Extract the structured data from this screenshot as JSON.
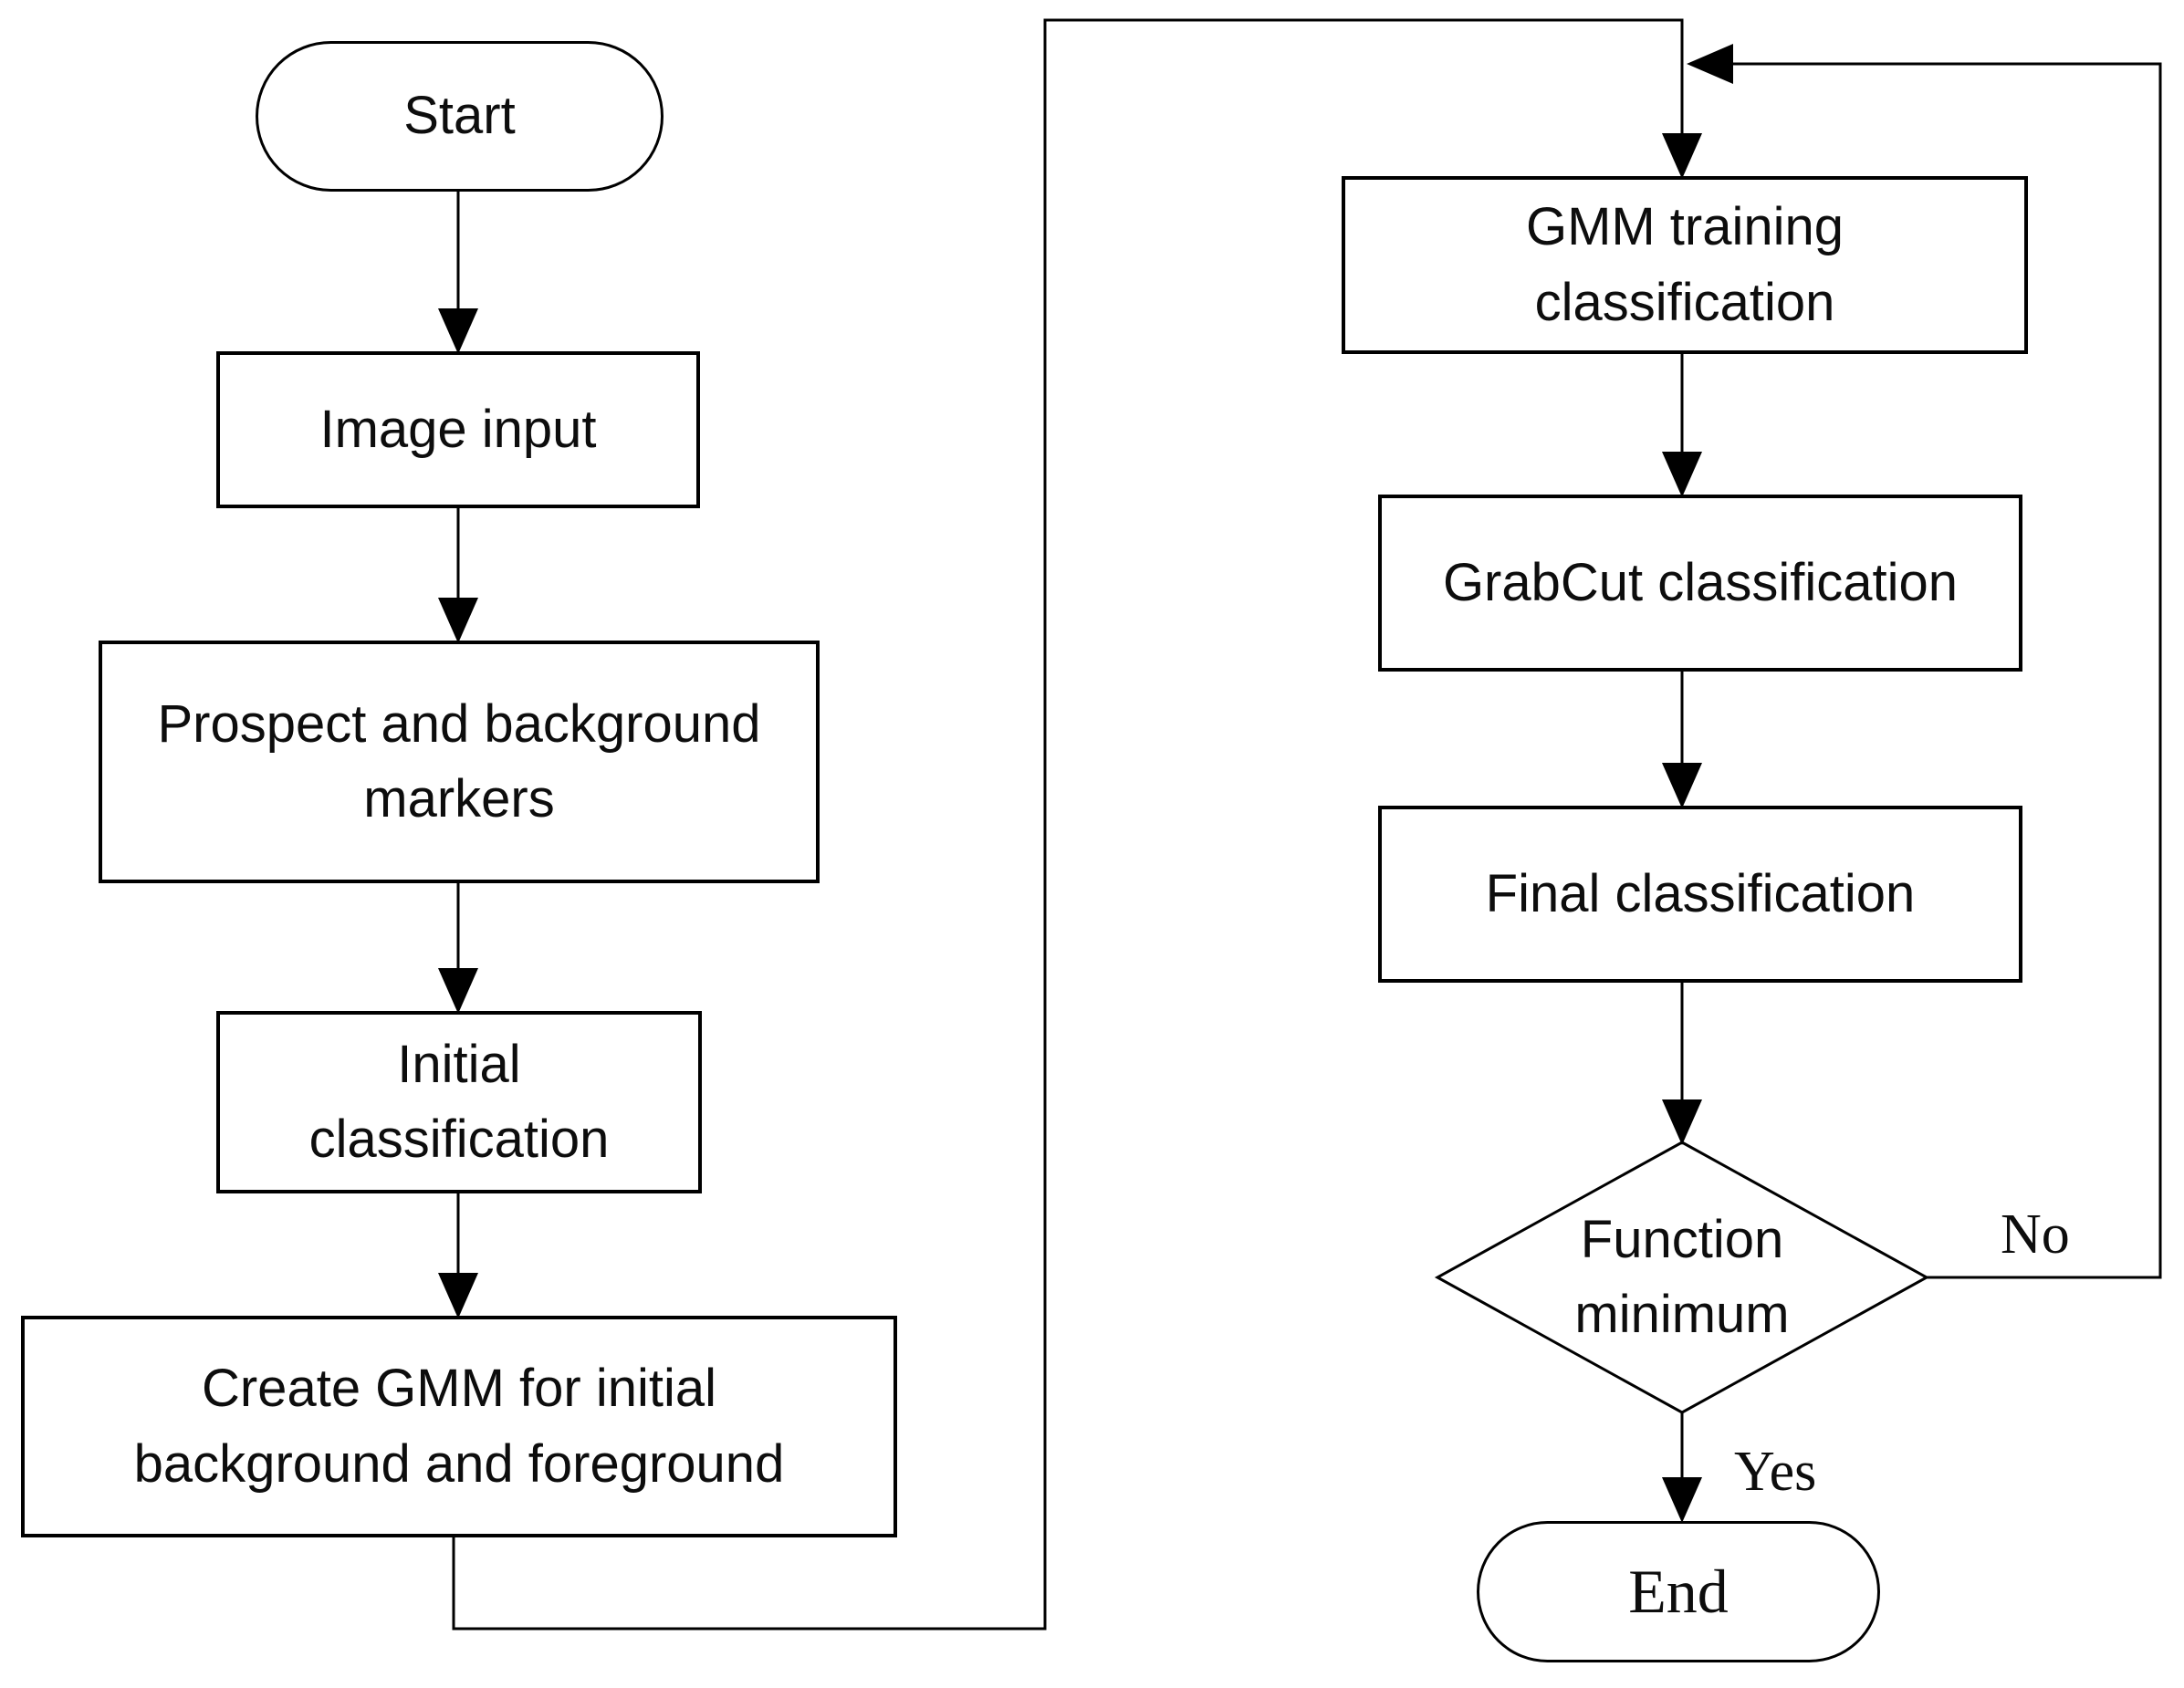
{
  "flowchart": {
    "nodes": {
      "start": {
        "label": "Start",
        "shape": "terminator"
      },
      "image_input": {
        "label": "Image input",
        "shape": "process"
      },
      "markers": {
        "line1": "Prospect and background",
        "line2": "markers",
        "shape": "process"
      },
      "initial_classification": {
        "line1": "Initial",
        "line2": "classification",
        "shape": "process"
      },
      "create_gmm": {
        "line1": "Create GMM for initial",
        "line2": "background and foreground",
        "shape": "process"
      },
      "gmm_training": {
        "line1": "GMM training",
        "line2": "classification",
        "shape": "process"
      },
      "grabcut_classification": {
        "label": "GrabCut classification",
        "shape": "process"
      },
      "final_classification": {
        "label": "Final classification",
        "shape": "process"
      },
      "function_minimum": {
        "line1": "Function",
        "line2": "minimum",
        "shape": "decision"
      },
      "end": {
        "label": "End",
        "shape": "terminator"
      }
    },
    "edge_labels": {
      "yes": "Yes",
      "no": "No"
    },
    "colors": {
      "stroke": "#000000",
      "background": "#ffffff",
      "text": "#0d0d0d"
    }
  }
}
